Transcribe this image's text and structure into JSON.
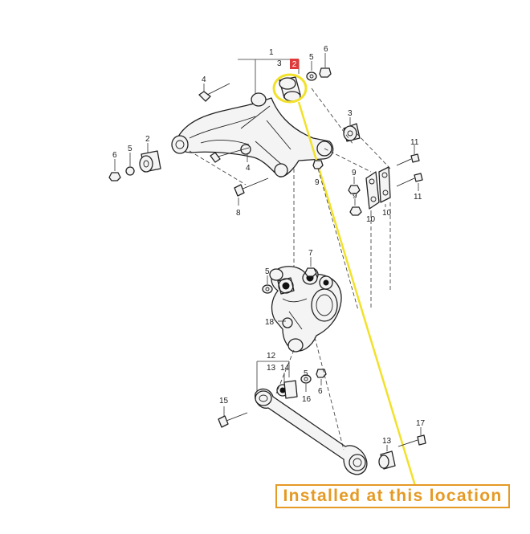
{
  "diagram": {
    "labels": {
      "l1": "1",
      "l3a": "3",
      "l2hl": "2",
      "l5a": "5",
      "l6a": "6",
      "l4a": "4",
      "l3b": "3",
      "l2": "2",
      "l6b": "6",
      "l5b": "5",
      "l4b": "4",
      "l11": "11",
      "l9a": "9",
      "l9b": "9",
      "l8": "8",
      "l11b": "11",
      "l9c": "9",
      "l10a": "10",
      "l10b": "10",
      "l7": "7",
      "l18": "18",
      "l12": "12",
      "l13a": "13",
      "l14": "14",
      "l5c": "5",
      "l16": "16",
      "l6c": "6",
      "l15": "15",
      "l17": "17",
      "l13b": "13"
    },
    "highlight_color": "#f2e12a",
    "badge_color": "#e03a3a",
    "callout_color": "#e59a24"
  },
  "callout": {
    "text": "Installed at this location"
  }
}
